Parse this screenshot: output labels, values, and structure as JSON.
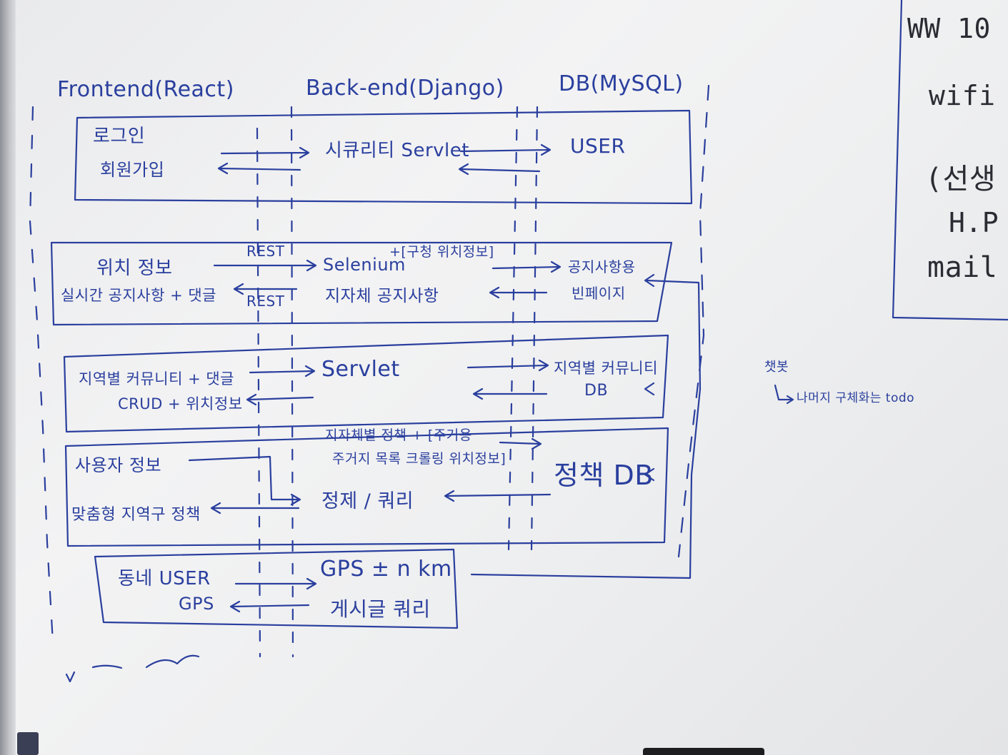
{
  "columns": {
    "frontend": "Frontend(React)",
    "backend": "Back-end(Django)",
    "db": "DB(MySQL)"
  },
  "row1": {
    "fe_line1": "로그인",
    "fe_line2": "회원가입",
    "be": "시큐리티 Servlet",
    "db": "USER"
  },
  "row2": {
    "fe_line1": "위치 정보",
    "fe_line2": "실시간 공지사항 + 댓글",
    "rest_top": "REST",
    "rest_bottom": "REST",
    "be_line1": "Selenium",
    "be_line2": "지자체 공지사항",
    "bracket_note": "+[구청 위치정보]",
    "db_line1": "공지사항용",
    "db_line2": "빈페이지"
  },
  "row3": {
    "fe_line1": "지역별 커뮤니티 + 댓글",
    "fe_line2": "CRUD + 위치정보",
    "be": "Servlet",
    "db_line1": "지역별 커뮤니티",
    "db_line2": "DB"
  },
  "row4": {
    "fe_line1": "사용자 정보",
    "fe_line2": "맞춤형 지역구 정책",
    "be_top1": "지자체별 정책 + [주거용",
    "be_top2": "주거지 목록 크롤링 위치정보]",
    "be_mid": "정제 / 쿼리",
    "db": "정책 DB"
  },
  "row5": {
    "fe_line1": "동네 USER",
    "fe_line2": "GPS",
    "be_line1": "GPS ± n km",
    "be_line2": "게시글 쿼리"
  },
  "side_note": {
    "title": "챗봇",
    "sub": "나머지 구체화는 todo"
  },
  "right_panel": {
    "line1": "WW 10",
    "line2": "wifi :",
    "line3": "(선생",
    "line4": "H.P",
    "line5": "mail"
  },
  "colors": {
    "marker_blue": "#2a3f9e",
    "marker_black": "#2b2b33",
    "board": "#eeeff0"
  }
}
